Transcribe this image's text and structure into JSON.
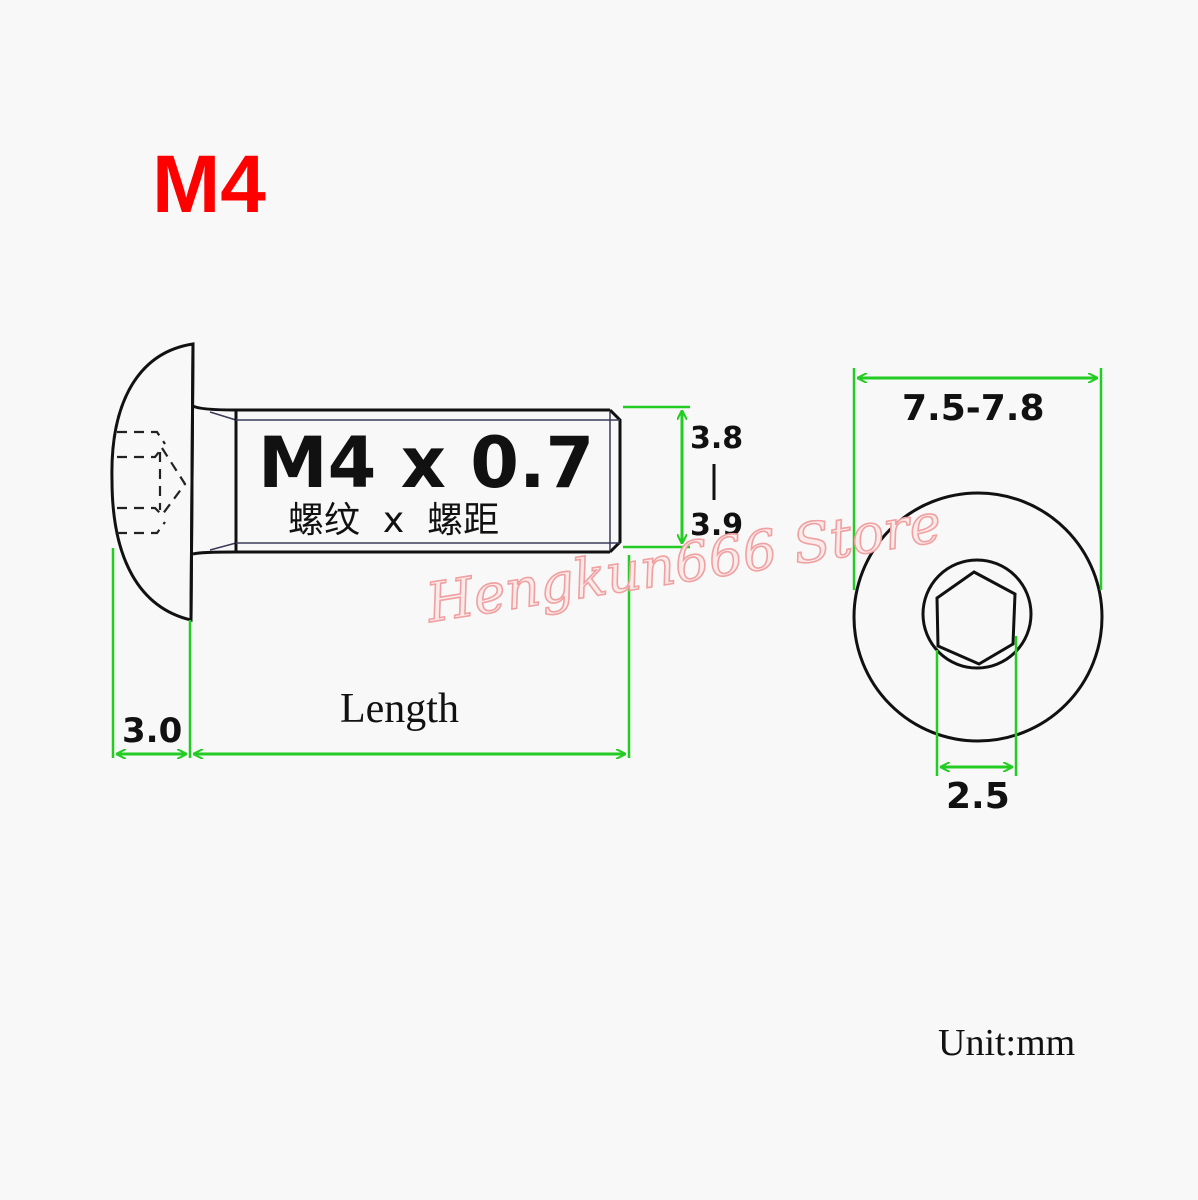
{
  "title": {
    "text": "M4",
    "color": "#ff0000"
  },
  "side_view": {
    "thread_spec": "M4 x 0.7",
    "thread_spec_cn": "螺纹  x  螺距",
    "head_height": "3.0",
    "length_label": "Length",
    "thread_diameter_top": "3.8",
    "thread_diameter_sep": "|",
    "thread_diameter_bottom": "3.9"
  },
  "end_view": {
    "head_diameter": "7.5-7.8",
    "hex_socket": "2.5"
  },
  "unit": "Unit:mm",
  "watermark": "Hengkun666 Store",
  "colors": {
    "dimension_line": "#22cc22",
    "outline": "#111111",
    "background": "#f8f8f8",
    "title": "#ff0000",
    "watermark": "#f0a0a0"
  }
}
